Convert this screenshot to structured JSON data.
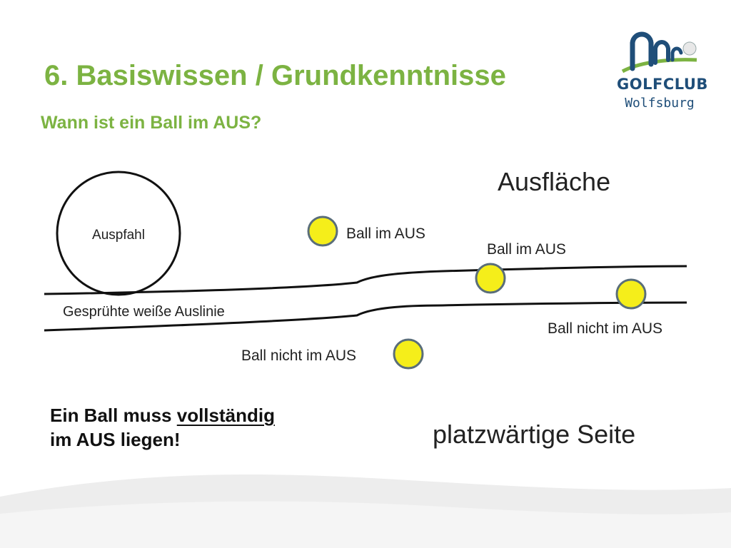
{
  "slide": {
    "title": "6. Basiswissen / Grundkenntnisse",
    "subtitle": "Wann ist ein Ball im AUS?"
  },
  "logo": {
    "name": "GOLFCLUB",
    "city": "Wolfsburg"
  },
  "diagram": {
    "out_area_label": "Ausfläche",
    "course_side_label": "platzwärtige Seite",
    "post_label": "Auspfahl",
    "line_label": "Gesprühte weiße Auslinie",
    "balls": [
      {
        "label": "Ball im AUS"
      },
      {
        "label": "Ball im AUS"
      },
      {
        "label": "Ball nicht im AUS"
      },
      {
        "label": "Ball nicht im AUS"
      }
    ]
  },
  "note": {
    "part1": "Ein Ball muss ",
    "emphasis": "vollständig",
    "part2": "im AUS liegen!"
  },
  "colors": {
    "accent_green": "#7cb342",
    "ball_fill": "#f5ee1a",
    "ball_stroke": "#5a6e7a",
    "logo_blue": "#1f4e79"
  }
}
